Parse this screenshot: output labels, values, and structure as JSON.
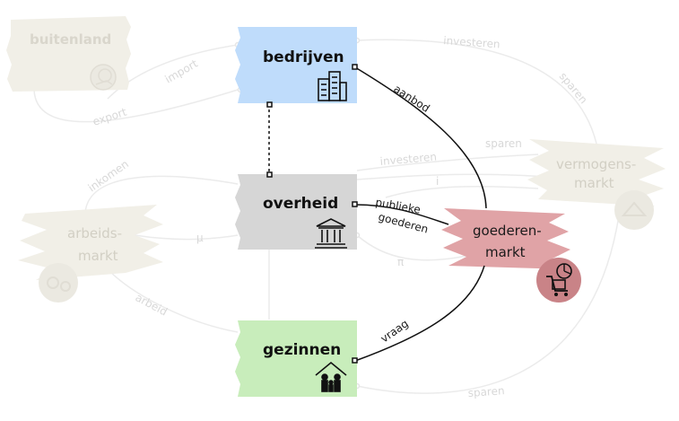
{
  "nodes": {
    "bedrijven": "bedrijven",
    "overheid": "overheid",
    "gezinnen": "gezinnen",
    "buitenland": "buitenland",
    "arbeidsmarkt_line1": "arbeids-",
    "arbeidsmarkt_line2": "markt",
    "vermogensmarkt_line1": "vermogens-",
    "vermogensmarkt_line2": "markt",
    "goederenmarkt_line1": "goederen-",
    "goederenmarkt_line2": "markt"
  },
  "edges": {
    "investeren_top": "investeren",
    "sparen_top": "sparen",
    "import": "import",
    "export": "export",
    "inkomen": "inkomen",
    "aanbod": "aanbod",
    "investeren_mid": "investeren",
    "sparen_mid": "sparen",
    "i_symbol": "i",
    "publieke": "publieke",
    "goederen": "goederen",
    "mu_symbol": "μ",
    "pi_symbol": "π",
    "arbeid": "arbeid",
    "vraag": "vraag",
    "sparen_bottom": "sparen"
  },
  "colors": {
    "bedrijven": "#bfdcfb",
    "overheid": "#d6d6d6",
    "gezinnen": "#c8edbb",
    "goederenmarkt": "#e0a3a6",
    "goederenmarkt_icon": "#c98387",
    "ghost": "#f1efe7",
    "ghost_icon": "#e4e2da",
    "faint_line": "#ececec",
    "dark_line": "#111111"
  },
  "icons": {
    "bedrijven": "office-buildings-icon",
    "overheid": "government-building-icon",
    "gezinnen": "family-house-icon",
    "goederenmarkt": "shopping-cart-chart-icon",
    "buitenland": "globe-hand-icon",
    "arbeidsmarkt": "worker-gear-icon",
    "vermogensmarkt": "money-house-icon"
  }
}
